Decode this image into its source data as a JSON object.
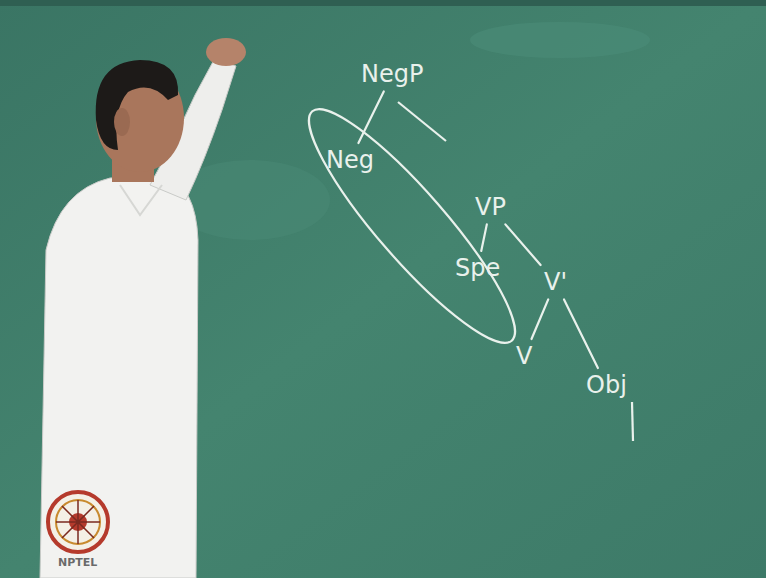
{
  "diagram": {
    "nodes": [
      {
        "text": [
          "NegP"
        ]
      },
      {
        "text": [
          "Neg"
        ]
      },
      {
        "text": [
          "VP"
        ]
      },
      {
        "text": [
          "Spe"
        ]
      },
      {
        "text": [
          "V'"
        ]
      },
      {
        "text": [
          "V"
        ]
      },
      {
        "text": [
          "Obj"
        ]
      }
    ],
    "edges": [
      {
        "from": 0,
        "to": 1,
        "arrow": "none"
      },
      {
        "from": 2,
        "to": 3,
        "arrow": "none"
      },
      {
        "from": 2,
        "to": 4,
        "arrow": "none"
      },
      {
        "from": 4,
        "to": 5,
        "arrow": "none"
      },
      {
        "from": 4,
        "to": 6,
        "arrow": "none"
      }
    ],
    "labels": [
      "NPTEL"
    ]
  }
}
